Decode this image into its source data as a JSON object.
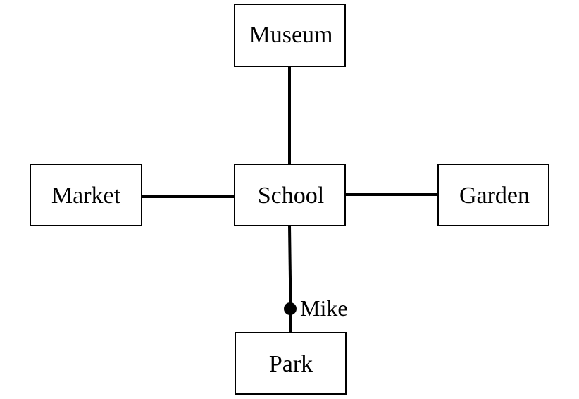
{
  "nodes": {
    "museum": "Museum",
    "market": "Market",
    "school": "School",
    "garden": "Garden",
    "park": "Park"
  },
  "marker": {
    "label": "Mike"
  }
}
